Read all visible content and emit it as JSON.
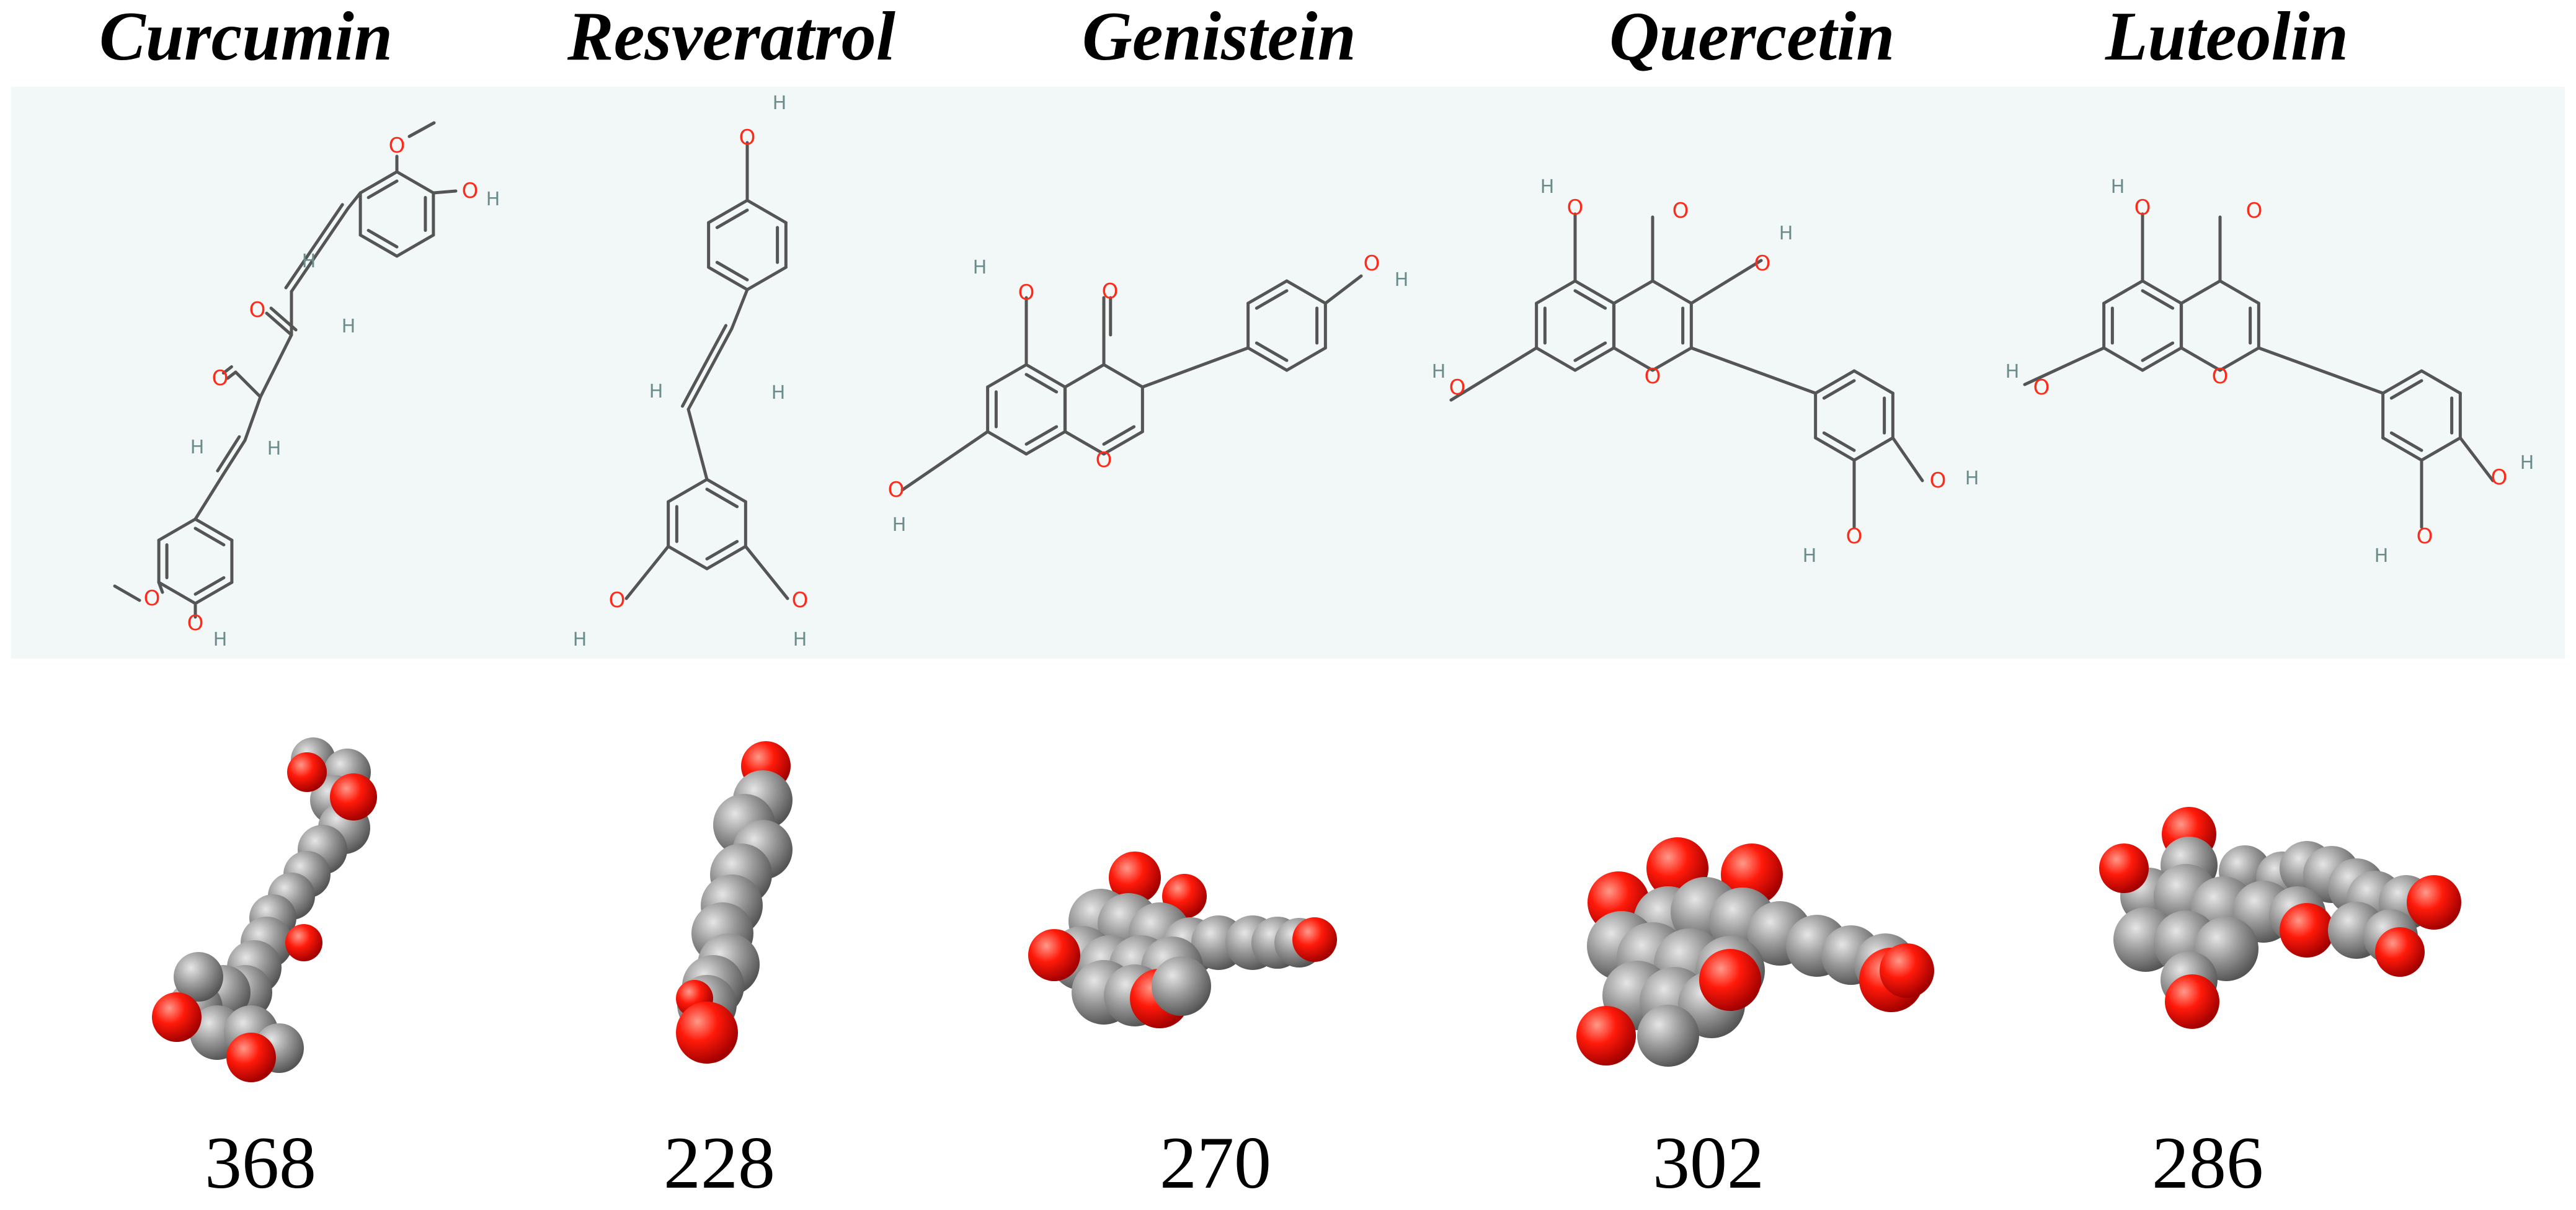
{
  "compounds": [
    {
      "name": "Curcumin",
      "molecular_weight": "368"
    },
    {
      "name": "Resveratrol",
      "molecular_weight": "228"
    },
    {
      "name": "Genistein",
      "molecular_weight": "270"
    },
    {
      "name": "Quercetin",
      "molecular_weight": "302"
    },
    {
      "name": "Luteolin",
      "molecular_weight": "286"
    }
  ],
  "atom_labels": {
    "oxygen": "O",
    "hydrogen": "H"
  },
  "colors": {
    "panel_background": "#f2f8f7",
    "oxygen": "#ff2a1a",
    "hydrogen_label": "#6b8c8a",
    "bond": "#555555",
    "carbon_sphere": "#9a9a9a"
  }
}
